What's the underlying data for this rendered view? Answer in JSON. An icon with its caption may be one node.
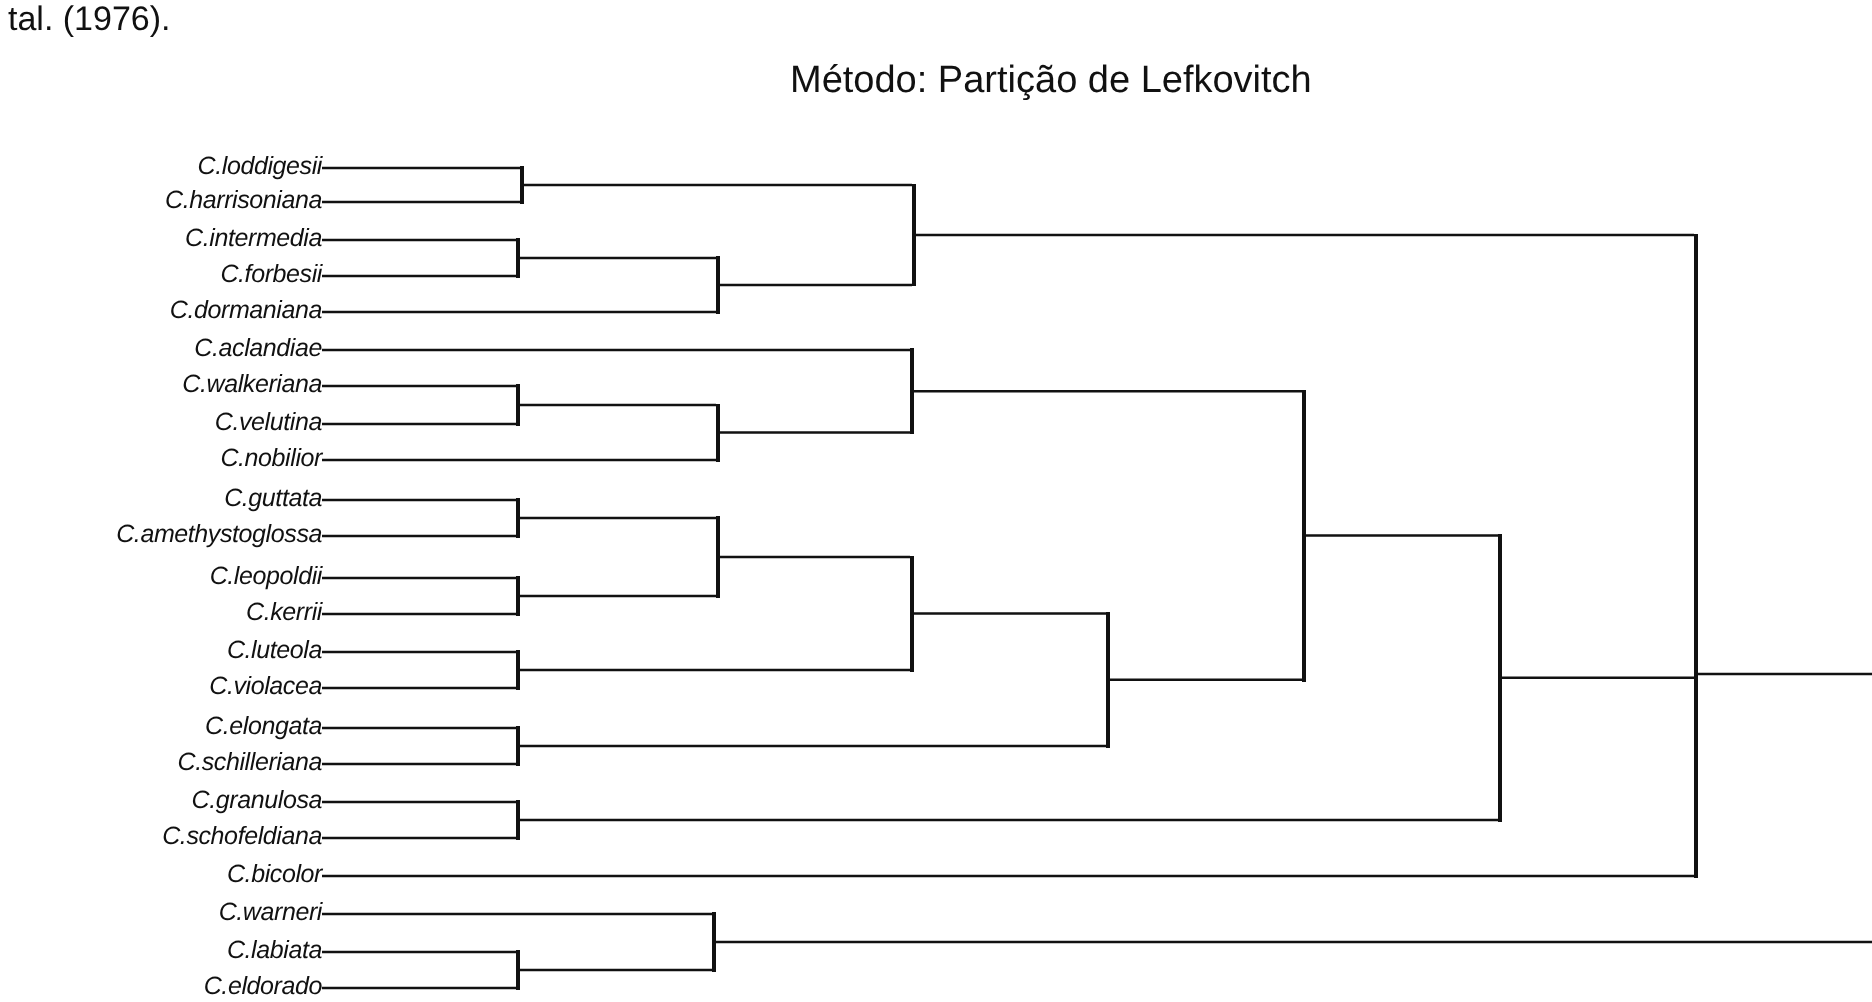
{
  "diagram": {
    "title": "Método: Partição de Lefkovitch",
    "labels": [
      "tal. (1976)."
    ],
    "nodes": [
      {
        "text": [
          "C.loddigesii"
        ]
      },
      {
        "text": [
          "C.harrisoniana"
        ]
      },
      {
        "text": [
          "C.intermedia"
        ]
      },
      {
        "text": [
          "C.forbesii"
        ]
      },
      {
        "text": [
          "C.dormaniana"
        ]
      },
      {
        "text": [
          "C.aclandiae"
        ]
      },
      {
        "text": [
          "C.walkeriana"
        ]
      },
      {
        "text": [
          "C.velutina"
        ]
      },
      {
        "text": [
          "C.nobilior"
        ]
      },
      {
        "text": [
          "C.guttata"
        ]
      },
      {
        "text": [
          "C.amethystoglossa"
        ]
      },
      {
        "text": [
          "C.leopoldii"
        ]
      },
      {
        "text": [
          "C.kerrii"
        ]
      },
      {
        "text": [
          "C.luteola"
        ]
      },
      {
        "text": [
          "C.violacea"
        ]
      },
      {
        "text": [
          "C.elongata"
        ]
      },
      {
        "text": [
          "C.schilleriana"
        ]
      },
      {
        "text": [
          "C.granulosa"
        ]
      },
      {
        "text": [
          "C.schofeldiana"
        ]
      },
      {
        "text": [
          "C.bicolor"
        ]
      },
      {
        "text": [
          "C.warneri"
        ]
      },
      {
        "text": [
          "C.labiata"
        ]
      },
      {
        "text": [
          "C.eldorado"
        ]
      },
      {
        "text": [],
        "shape": "bar"
      },
      {
        "text": [],
        "shape": "bar"
      },
      {
        "text": [],
        "shape": "bar"
      },
      {
        "text": [],
        "shape": "bar"
      },
      {
        "text": [],
        "shape": "bar"
      },
      {
        "text": [],
        "shape": "bar"
      },
      {
        "text": [],
        "shape": "bar"
      },
      {
        "text": [],
        "shape": "bar"
      },
      {
        "text": [],
        "shape": "bar"
      },
      {
        "text": [],
        "shape": "bar"
      },
      {
        "text": [],
        "shape": "bar"
      },
      {
        "text": [],
        "shape": "bar"
      },
      {
        "text": [],
        "shape": "bar"
      },
      {
        "text": [],
        "shape": "bar"
      },
      {
        "text": [],
        "shape": "bar"
      },
      {
        "text": [],
        "shape": "bar"
      },
      {
        "text": [],
        "shape": "bar"
      },
      {
        "text": [],
        "shape": "bar"
      },
      {
        "text": [],
        "shape": "bar"
      },
      {
        "text": [],
        "shape": "bar"
      }
    ],
    "edges": [
      {
        "from": 0,
        "to": 23,
        "arrow": "none"
      },
      {
        "from": 1,
        "to": 23,
        "arrow": "none"
      },
      {
        "from": 2,
        "to": 24,
        "arrow": "none"
      },
      {
        "from": 3,
        "to": 24,
        "arrow": "none"
      },
      {
        "from": 24,
        "to": 25,
        "arrow": "none"
      },
      {
        "from": 4,
        "to": 25,
        "arrow": "none"
      },
      {
        "from": 23,
        "to": 26,
        "arrow": "none"
      },
      {
        "from": 25,
        "to": 26,
        "arrow": "none"
      },
      {
        "from": 6,
        "to": 27,
        "arrow": "none"
      },
      {
        "from": 7,
        "to": 27,
        "arrow": "none"
      },
      {
        "from": 27,
        "to": 28,
        "arrow": "none"
      },
      {
        "from": 8,
        "to": 28,
        "arrow": "none"
      },
      {
        "from": 5,
        "to": 29,
        "arrow": "none"
      },
      {
        "from": 28,
        "to": 29,
        "arrow": "none"
      },
      {
        "from": 9,
        "to": 30,
        "arrow": "none"
      },
      {
        "from": 10,
        "to": 30,
        "arrow": "none"
      },
      {
        "from": 11,
        "to": 31,
        "arrow": "none"
      },
      {
        "from": 12,
        "to": 31,
        "arrow": "none"
      },
      {
        "from": 30,
        "to": 32,
        "arrow": "none"
      },
      {
        "from": 31,
        "to": 32,
        "arrow": "none"
      },
      {
        "from": 13,
        "to": 33,
        "arrow": "none"
      },
      {
        "from": 14,
        "to": 33,
        "arrow": "none"
      },
      {
        "from": 32,
        "to": 34,
        "arrow": "none"
      },
      {
        "from": 33,
        "to": 34,
        "arrow": "none"
      },
      {
        "from": 15,
        "to": 35,
        "arrow": "none"
      },
      {
        "from": 16,
        "to": 35,
        "arrow": "none"
      },
      {
        "from": 34,
        "to": 36,
        "arrow": "none"
      },
      {
        "from": 35,
        "to": 36,
        "arrow": "none"
      },
      {
        "from": 29,
        "to": 37,
        "arrow": "none"
      },
      {
        "from": 36,
        "to": 37,
        "arrow": "none"
      },
      {
        "from": 17,
        "to": 38,
        "arrow": "none"
      },
      {
        "from": 18,
        "to": 38,
        "arrow": "none"
      },
      {
        "from": 37,
        "to": 39,
        "arrow": "none"
      },
      {
        "from": 38,
        "to": 39,
        "arrow": "none"
      },
      {
        "from": 26,
        "to": 40,
        "arrow": "none"
      },
      {
        "from": 39,
        "to": 40,
        "arrow": "none"
      },
      {
        "from": 19,
        "to": 40,
        "arrow": "none"
      },
      {
        "from": 21,
        "to": 41,
        "arrow": "none"
      },
      {
        "from": 22,
        "to": 41,
        "arrow": "none"
      },
      {
        "from": 20,
        "to": 42,
        "arrow": "none"
      },
      {
        "from": 41,
        "to": 42,
        "arrow": "none"
      },
      {
        "from": 40,
        "to": null,
        "arrow": "none"
      },
      {
        "from": 42,
        "to": null,
        "arrow": "none"
      }
    ]
  }
}
